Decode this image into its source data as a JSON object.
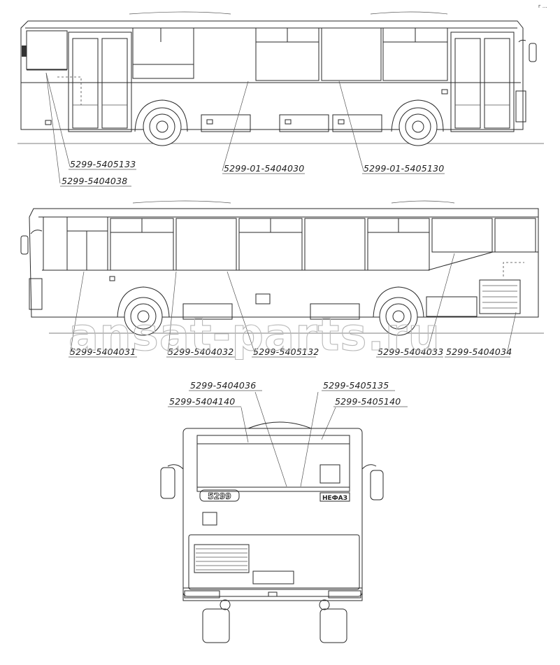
{
  "corner_mark": "г ...",
  "watermark": "ansat-parts.ru",
  "side_view_right": {
    "labels": [
      "5299-5405133",
      "5299-5404038",
      "5299-01-5404030",
      "5299-01-5405130"
    ]
  },
  "side_view_left": {
    "labels": [
      "5299-5404031",
      "5299-5404032",
      "5299-5405132",
      "5299-5404033",
      "5299-5404034"
    ]
  },
  "rear_view": {
    "labels": [
      "5299-5404036",
      "5299-5404140",
      "5299-5405135",
      "5299-5405140"
    ],
    "model_badge": "5299",
    "brand_badge": "НЕФАЗ"
  }
}
